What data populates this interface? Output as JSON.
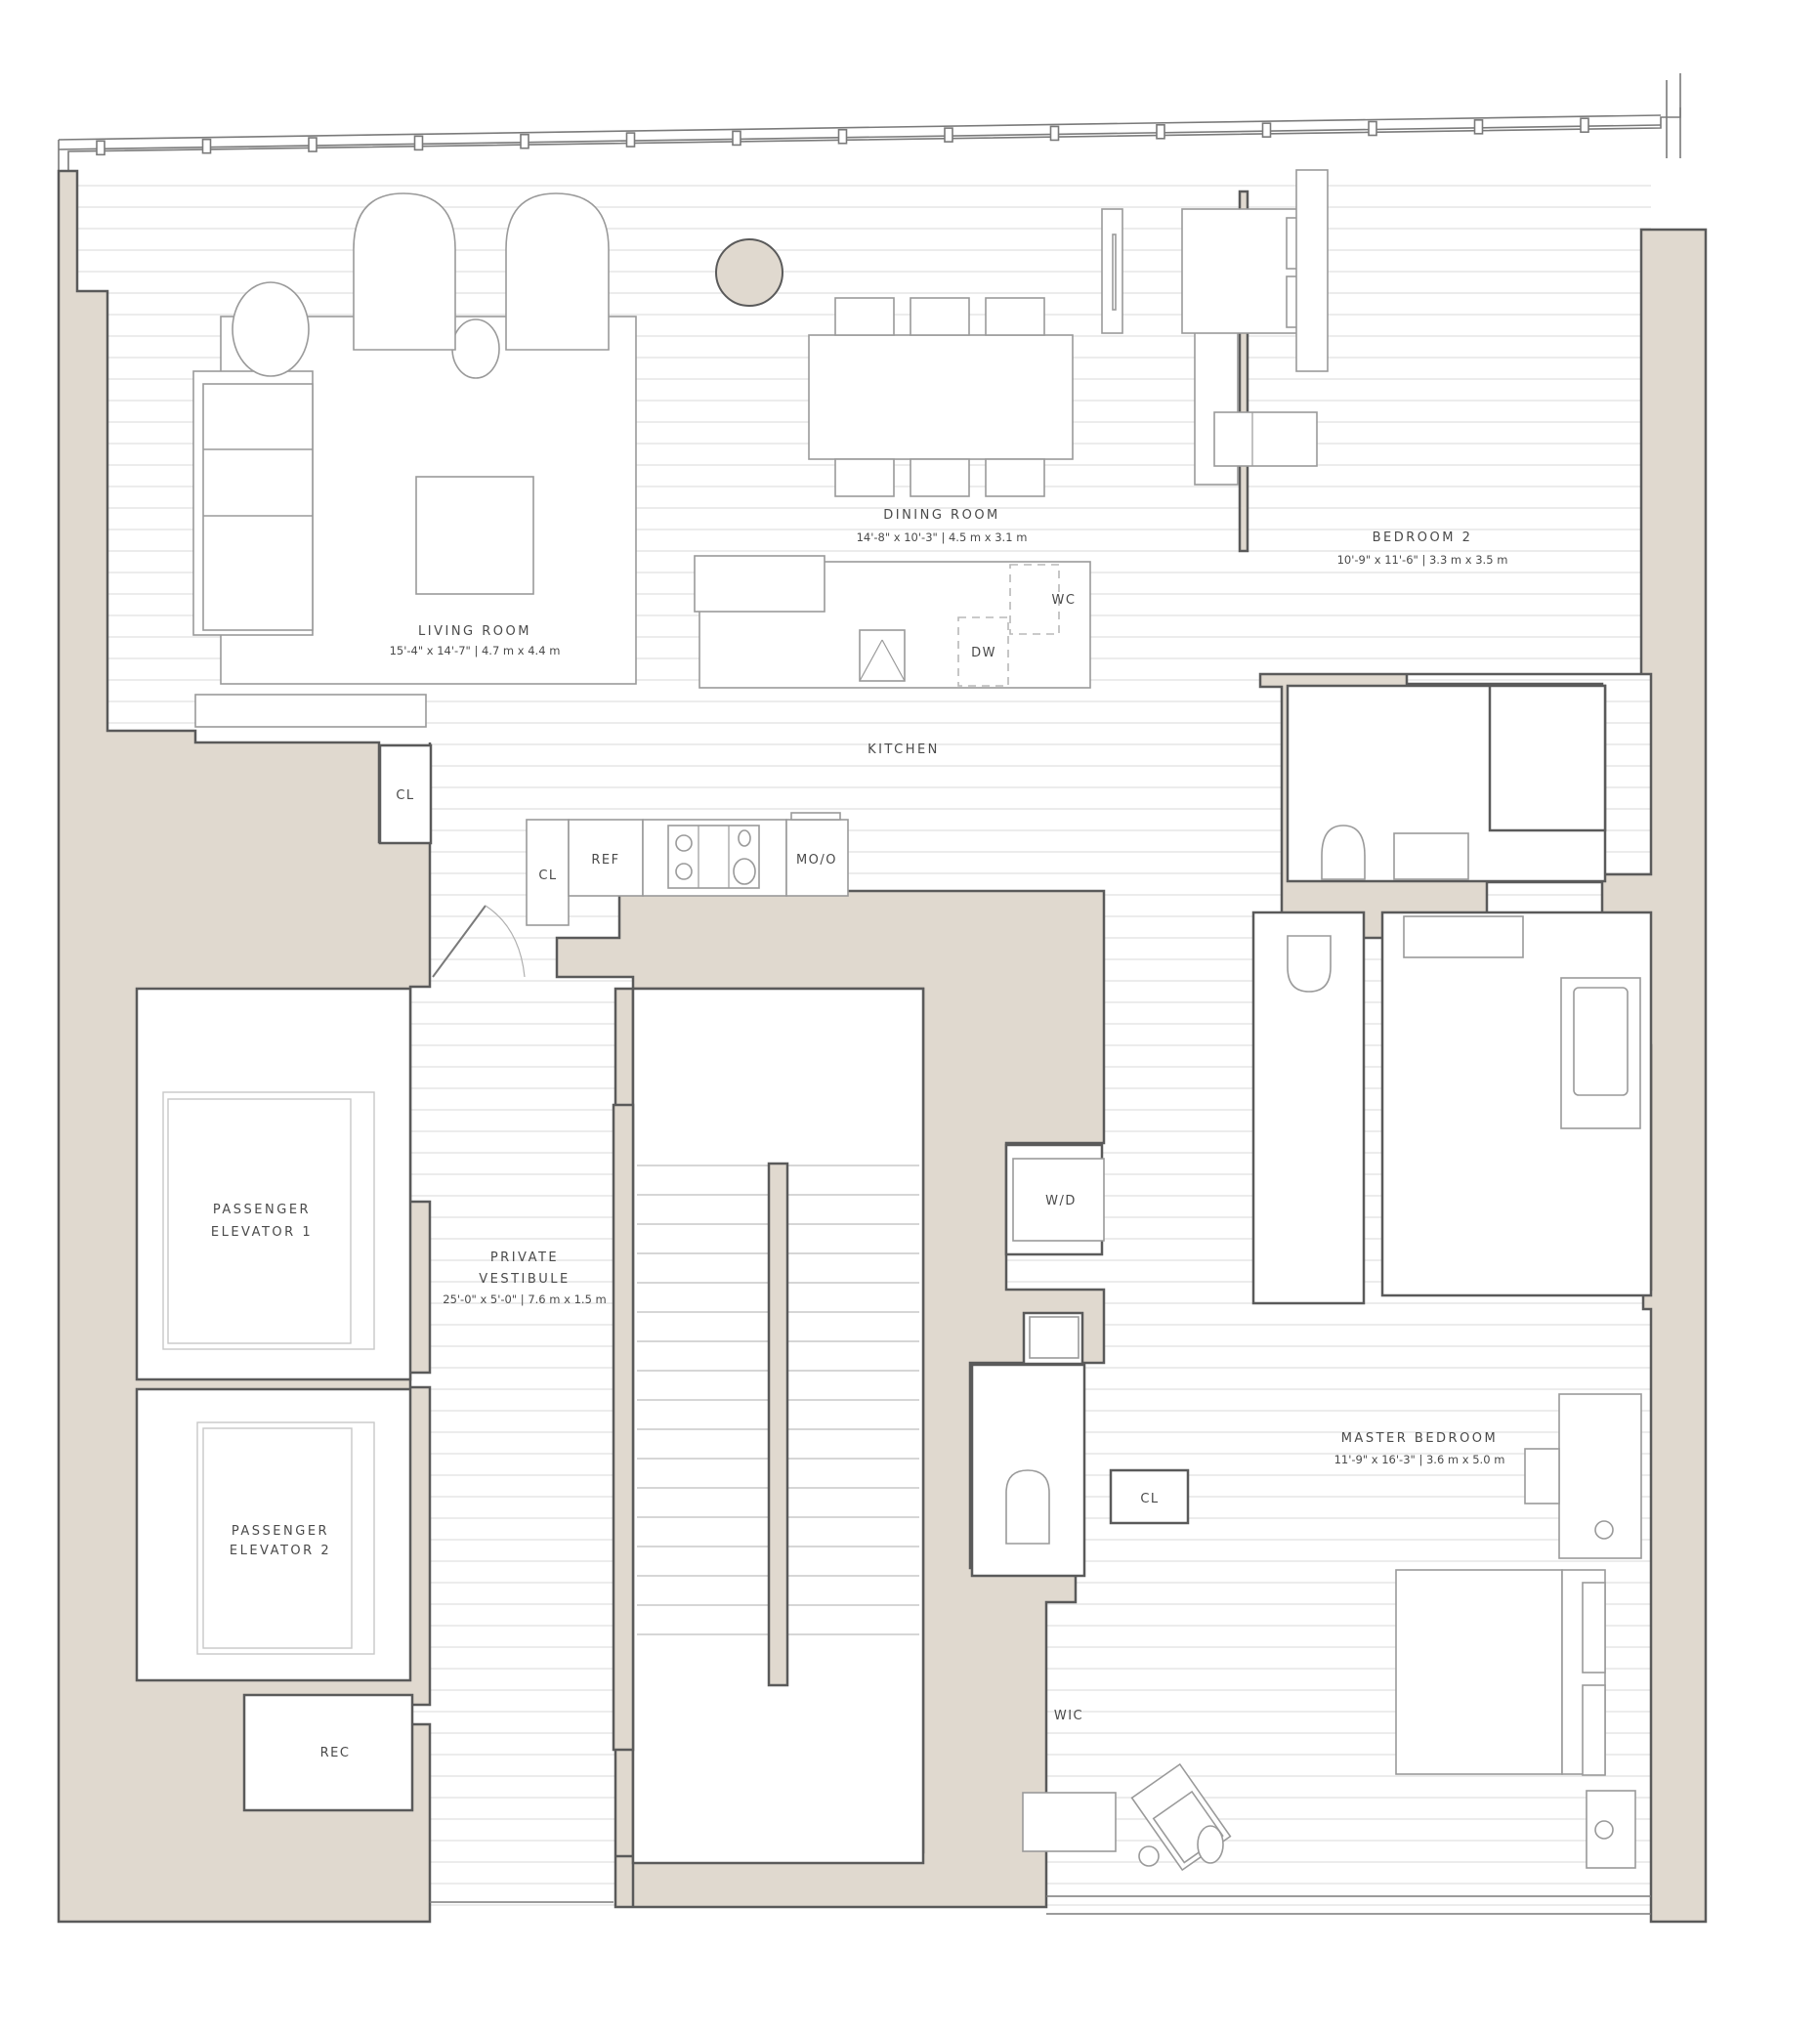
{
  "plan": {
    "colors": {
      "wall_fill": "#e0d9cf",
      "wall_stroke": "#5a5a5a",
      "furniture_stroke": "#9a9a9a",
      "text": "#4a4a4a"
    },
    "rooms": {
      "living": {
        "name": "LIVING ROOM",
        "dims": "15'-4\" x 14'-7\"  |  4.7 m x 4.4 m"
      },
      "dining": {
        "name": "DINING ROOM",
        "dims": "14'-8\" x 10'-3\"  |  4.5 m x 3.1 m"
      },
      "bedroom2": {
        "name": "BEDROOM 2",
        "dims": "10'-9\" x 11'-6\"  |  3.3 m x 3.5 m"
      },
      "kitchen": {
        "name": "KITCHEN"
      },
      "vestibule": {
        "name_line1": "PRIVATE",
        "name_line2": "VESTIBULE",
        "dims": "25'-0\" x 5'-0\"  |  7.6 m x 1.5 m"
      },
      "master": {
        "name": "MASTER BEDROOM",
        "dims": "11'-9\" x 16'-3\"  |  3.6 m x 5.0 m"
      },
      "elevator1": {
        "line1": "PASSENGER",
        "line2": "ELEVATOR 1"
      },
      "elevator2": {
        "line1": "PASSENGER",
        "line2": "ELEVATOR 2"
      }
    },
    "tags": {
      "wc": "WC",
      "dw": "DW",
      "cl_hall": "CL",
      "cl_kitchen": "CL",
      "ref": "REF",
      "moo": "MO/O",
      "wd": "W/D",
      "cl_master": "CL",
      "wic": "WIC",
      "rec": "REC"
    }
  }
}
